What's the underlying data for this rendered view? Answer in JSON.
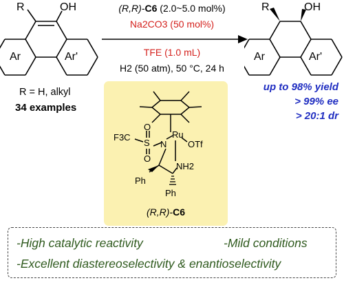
{
  "conditions": {
    "catalyst_prefix": "(R,R)-",
    "catalyst_name": "C6",
    "catalyst_loading": " (2.0~5.0 mol%)",
    "base": "Na2CO3 (50 mol%)",
    "solvent": "TFE (1.0 mL)",
    "gas_conditions": "H2 (50 atm), 50 °C, 24 h"
  },
  "substrate": {
    "r_label": "R",
    "oh_label": "OH",
    "ring_left": "Ar",
    "ring_right": "Ar'",
    "scope_note": "R = H, alkyl",
    "examples": "34 examples"
  },
  "product": {
    "r_label": "R",
    "oh_label": "OH",
    "ring_left": "Ar",
    "ring_right": "Ar'"
  },
  "results": {
    "yield": "up to 98% yield",
    "ee_value": "> 99%",
    "ee_unit": "ee",
    "dr_value": "> 20:1",
    "dr_unit": "dr"
  },
  "catalyst_structure": {
    "f3c": "F3C",
    "s": "S",
    "o1": "O",
    "o2": "O",
    "n": "N",
    "ru": "Ru",
    "otf": "OTf",
    "nh2": "NH2",
    "ph1": "Ph",
    "ph2": "Ph",
    "label_prefix": "(R,R)-",
    "label_name": "C6"
  },
  "highlights": {
    "h1": "-High catalytic reactivity",
    "h2": "-Mild conditions",
    "h3": "-Excellent diastereoselectivity & enantioselectivity"
  },
  "colors": {
    "condition_red": "#d4201c",
    "result_blue": "#1f2dc1",
    "highlight_green": "#2f5a1e",
    "catalyst_box": "#fbf1b1"
  }
}
